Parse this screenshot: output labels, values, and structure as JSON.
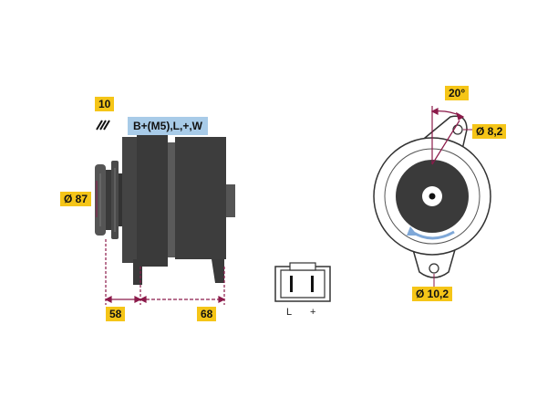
{
  "labels": {
    "ribs": "10",
    "pulley_diameter": "Ø 87",
    "terminals": "B+(M5),L,+,W",
    "dim_left": "58",
    "dim_right": "68",
    "angle": "20°",
    "hole_small": "Ø 8,2",
    "hole_large": "Ø 10,2"
  },
  "connector": {
    "pin_left": "L",
    "pin_right": "+"
  },
  "colors": {
    "label_bg": "#f5c518",
    "terminal_bg": "#a8cbe8",
    "body_dark": "#3a3a3a",
    "body_mid": "#555555",
    "dimension_line": "#8b1a4a",
    "rotation_arrow": "#7fa8d8"
  },
  "icons": [
    "pulley-grooves-icon",
    "rotation-arrow-icon"
  ]
}
